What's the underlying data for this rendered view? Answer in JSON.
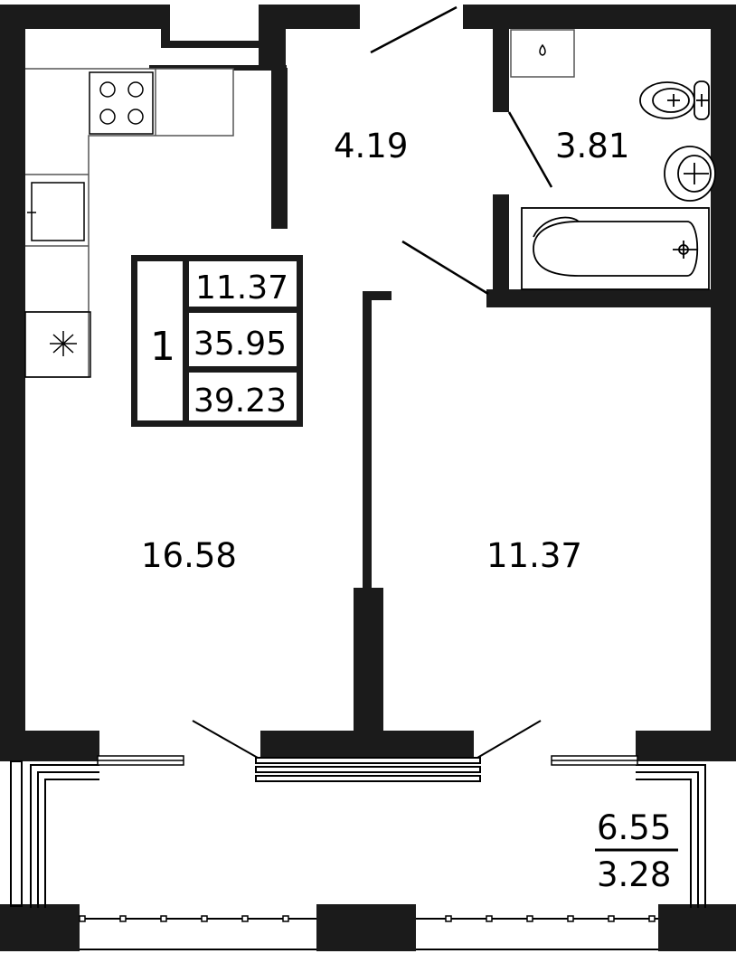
{
  "rooms": {
    "hallway_area": "4.19",
    "bathroom_area": "3.81",
    "kitchen_living_area": "16.58",
    "bedroom_area": "11.37"
  },
  "summary": {
    "room_count": "1",
    "living_area": "11.37",
    "area_without_balcony": "35.95",
    "total_area": "39.23"
  },
  "balcony": {
    "area_full": "6.55",
    "area_reduced": "3.28"
  },
  "colors": {
    "wall": "#1b1b1b",
    "line": "#000000",
    "background": "#ffffff",
    "fixture_fill": "#ffffff"
  },
  "icons": [
    "stove-icon",
    "sink-icon",
    "fridge-icon",
    "toilet-icon",
    "washbasin-icon",
    "bathtub-icon",
    "water-heater-icon"
  ]
}
